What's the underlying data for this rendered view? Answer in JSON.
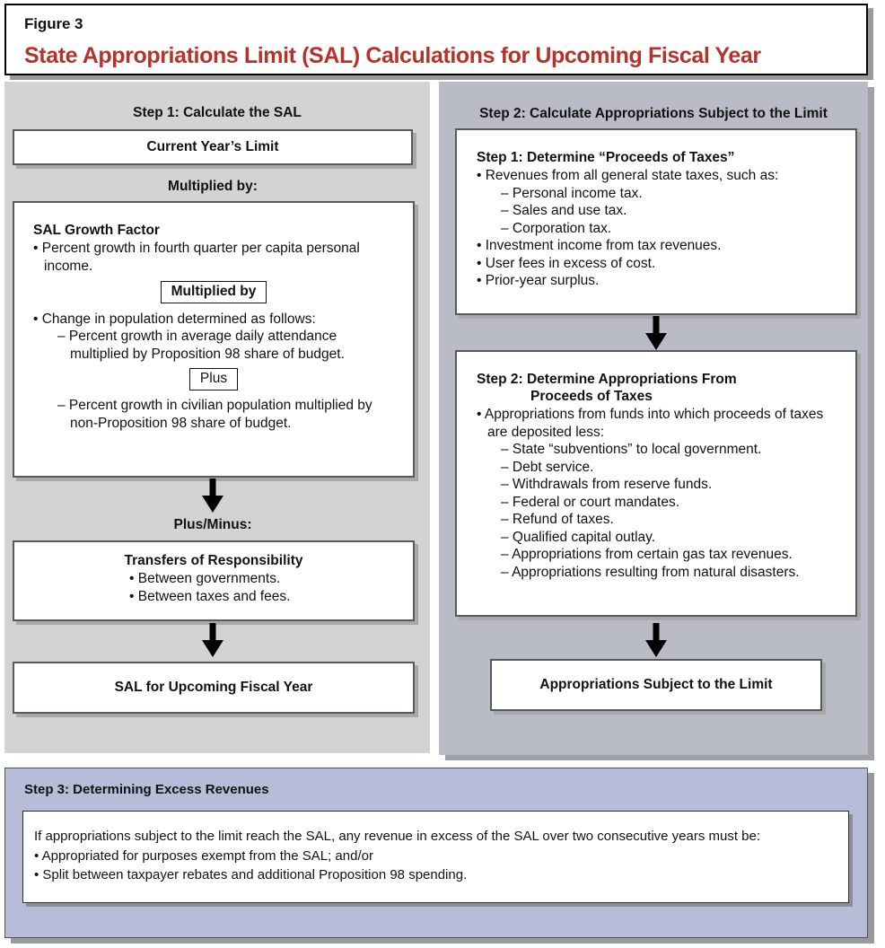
{
  "figure": {
    "label": "Figure 3",
    "title": "State Appropriations Limit (SAL) Calculations for Upcoming Fiscal Year",
    "title_color": "#b5332a"
  },
  "colors": {
    "left_panel_bg": "#d2d3d5",
    "right_panel_bg": "#b9bbc6",
    "bottom_panel_bg": "#b7bcd9",
    "box_border": "#58595b",
    "box_bg": "#ffffff",
    "text": "#111111"
  },
  "left_column": {
    "heading": "Step 1: Calculate the SAL",
    "current_year_box": {
      "title": "Current Year’s Limit"
    },
    "connector_1": "Multiplied by:",
    "growth_factor_box": {
      "title": "SAL Growth Factor",
      "bullet_1": "• Percent growth in fourth quarter per capita personal income.",
      "mini_1": "Multiplied by",
      "bullet_2": "• Change in population determined as follows:",
      "dash_1": "– Percent growth in average daily attendance multiplied by Proposition 98 share of budget.",
      "mini_2": "Plus",
      "dash_2": "– Percent growth in civilian population multiplied by non-Proposition 98 share of budget."
    },
    "arrow_1": "down-arrow-icon",
    "connector_2": "Plus/Minus:",
    "transfers_box": {
      "title": "Transfers of Responsibility",
      "bullets": [
        "• Between governments.",
        "• Between taxes and fees."
      ]
    },
    "arrow_2": "down-arrow-icon",
    "result_box": {
      "title": "SAL for Upcoming Fiscal Year"
    }
  },
  "right_column": {
    "heading": "Step 2: Calculate Appropriations Subject to the Limit",
    "proceeds_box": {
      "title": "Step 1: Determine “Proceeds of Taxes”",
      "lines": [
        {
          "type": "bullet",
          "text": "• Revenues from all general state taxes, such as:"
        },
        {
          "type": "dash",
          "text": "– Personal income tax."
        },
        {
          "type": "dash",
          "text": "– Sales and use tax."
        },
        {
          "type": "dash",
          "text": "– Corporation tax."
        },
        {
          "type": "bullet",
          "text": "• Investment income from tax revenues."
        },
        {
          "type": "bullet",
          "text": "• User fees in excess of cost."
        },
        {
          "type": "bullet",
          "text": "• Prior-year surplus."
        }
      ]
    },
    "arrow_1": "down-arrow-icon",
    "determine_box": {
      "title_line_1": "Step 2: Determine Appropriations From",
      "title_line_2": "Proceeds of Taxes",
      "lines": [
        {
          "type": "bullet",
          "text": "• Appropriations from funds into which proceeds of taxes are deposited less:"
        },
        {
          "type": "dash",
          "text": "– State “subventions” to local government."
        },
        {
          "type": "dash",
          "text": "– Debt service."
        },
        {
          "type": "dash",
          "text": "– Withdrawals from reserve funds."
        },
        {
          "type": "dash",
          "text": "– Federal or court mandates."
        },
        {
          "type": "dash",
          "text": "– Refund of taxes."
        },
        {
          "type": "dash",
          "text": "– Qualified capital outlay."
        },
        {
          "type": "dash",
          "text": "– Appropriations from certain gas tax revenues."
        },
        {
          "type": "dash",
          "text": "– Appropriations resulting from natural disasters."
        }
      ]
    },
    "arrow_2": "down-arrow-icon",
    "result_box": {
      "title": "Appropriations Subject to the Limit"
    }
  },
  "bottom": {
    "heading": "Step 3: Determining Excess Revenues",
    "intro": "If appropriations subject to the limit reach the SAL, any revenue in excess of the SAL over two consecutive years must be:",
    "bullets": [
      "• Appropriated for purposes exempt from the SAL;  and/or",
      "• Split between taxpayer rebates and additional Proposition 98 spending."
    ]
  }
}
